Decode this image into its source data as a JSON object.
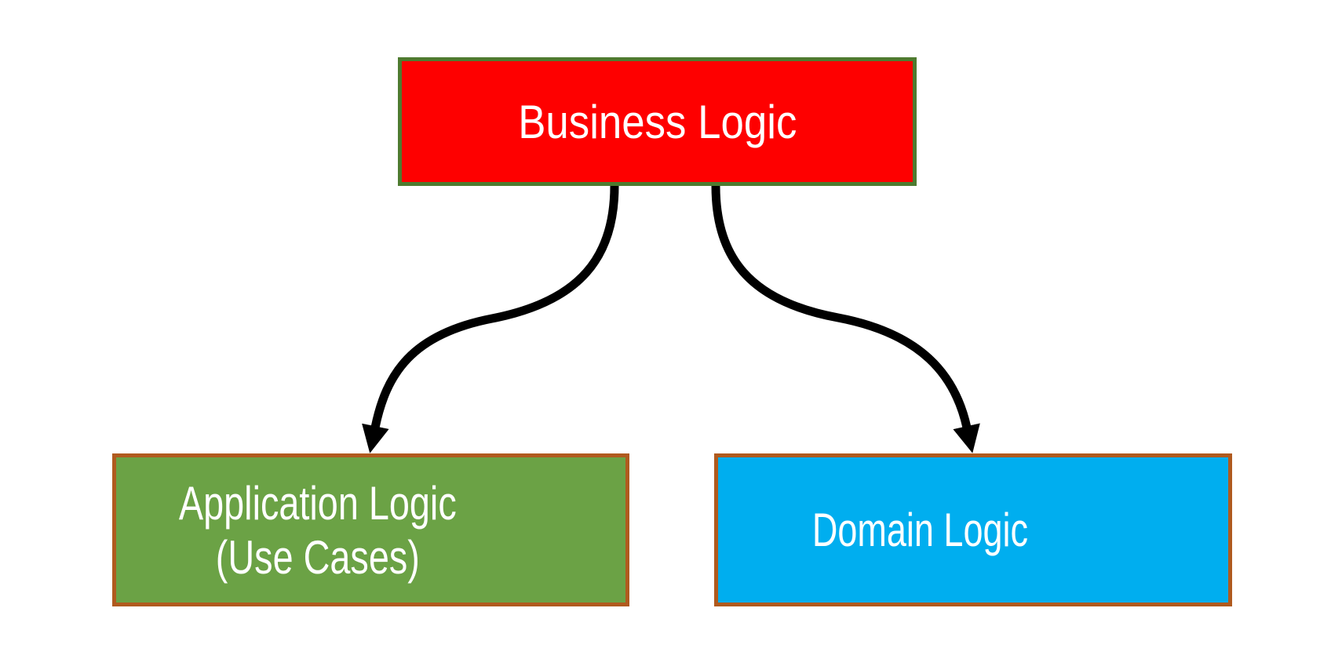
{
  "diagram": {
    "background_color": "#ffffff",
    "arrow": {
      "color": "#000000",
      "stroke_width": 11
    },
    "nodes": [
      {
        "id": "business-logic",
        "label": "Business Logic",
        "fill_color": "#fe0000",
        "border_color": "#4e7b30",
        "text_color": "#ffffff"
      },
      {
        "id": "application-logic",
        "label_line1": "Application Logic",
        "label_line2": "(Use Cases)",
        "fill_color": "#6ba245",
        "border_color": "#b05a1e",
        "text_color": "#ffffff"
      },
      {
        "id": "domain-logic",
        "label": "Domain Logic",
        "fill_color": "#00aeef",
        "border_color": "#b05a1e",
        "text_color": "#ffffff"
      }
    ],
    "edges": [
      {
        "id": "business-to-application",
        "from": "business-logic",
        "to": "application-logic"
      },
      {
        "id": "business-to-domain",
        "from": "business-logic",
        "to": "domain-logic"
      }
    ]
  }
}
